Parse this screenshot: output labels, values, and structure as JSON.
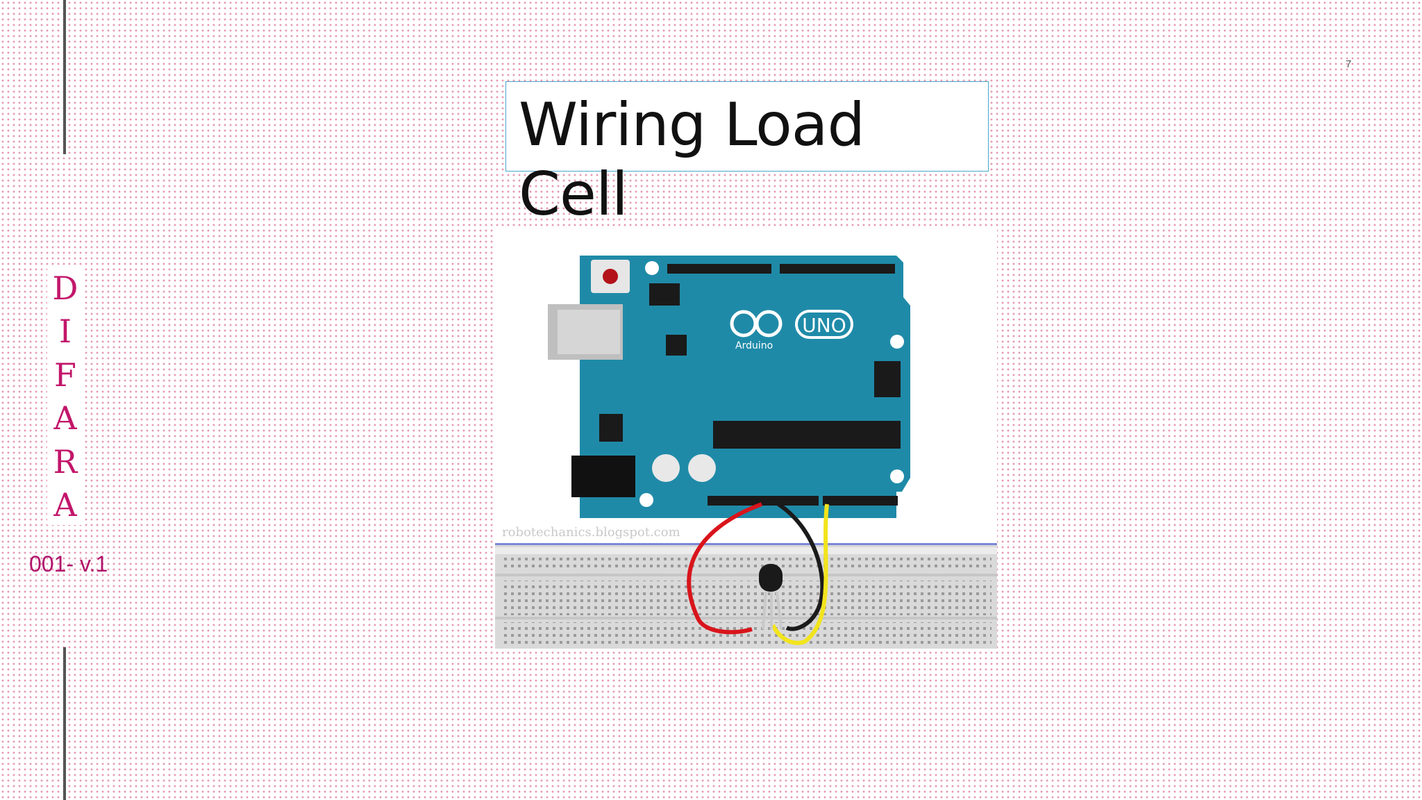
{
  "slide": {
    "title": "Wiring Load Cell",
    "page_number": "7",
    "side_letters": [
      "D",
      "I",
      "F",
      "A",
      "R",
      "A"
    ],
    "version": "001- v.1"
  },
  "figure": {
    "board_logo_text": "UNO",
    "board_brand": "Arduino",
    "watermark": "robotechanics.blogspot.com",
    "wire_colors": {
      "red": "#d9141b",
      "black": "#1b1b1b",
      "yellow": "#f2e41c"
    },
    "board_color": "#1f8aa8"
  }
}
